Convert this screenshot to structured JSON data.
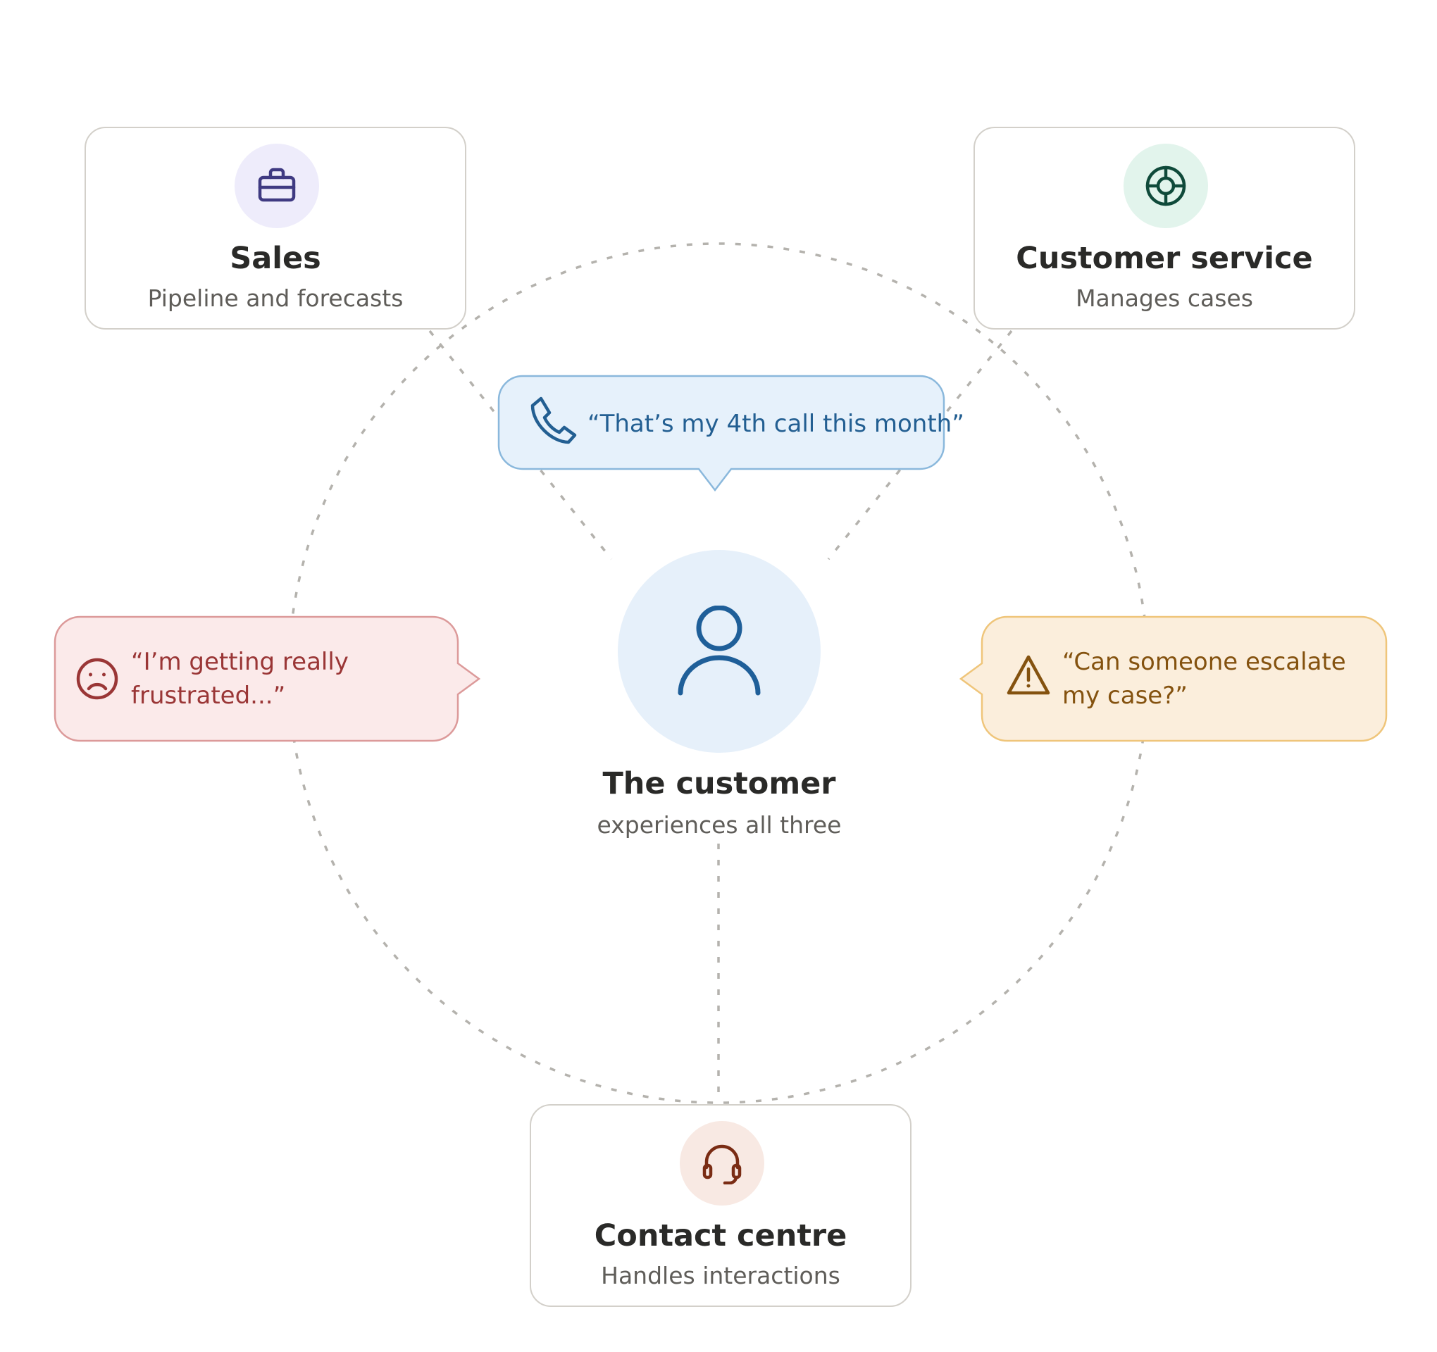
{
  "cards": {
    "sales": {
      "title": "Sales",
      "subtitle": "Pipeline and forecasts",
      "icon": "briefcase-icon",
      "accent": "#3f3a82",
      "tint": "#eeecfb"
    },
    "customer_service": {
      "title": "Customer service",
      "subtitle": "Manages cases",
      "icon": "target-icon",
      "accent": "#0f4a3a",
      "tint": "#e2f4ec"
    },
    "contact_centre": {
      "title": "Contact centre",
      "subtitle": "Handles interactions",
      "icon": "headset-icon",
      "accent": "#7a2c14",
      "tint": "#f8e9e3"
    }
  },
  "customer": {
    "title": "The customer",
    "subtitle": "experiences all three",
    "icon": "person-icon",
    "accent": "#1f5f99",
    "tint": "#e6f0fa"
  },
  "bubbles": {
    "top": {
      "quote": "“That’s my 4th call this month”",
      "icon": "phone-icon",
      "color": "#235f92",
      "fill": "#e6f1fb",
      "border": "#8ab8dc"
    },
    "left": {
      "quote": "“I’m getting really frustrated...”",
      "icon": "sad-face-icon",
      "color": "#9a3636",
      "fill": "#fbeaea",
      "border": "#dc9a9a"
    },
    "right": {
      "quote": "“Can someone escalate my case?”",
      "icon": "warning-icon",
      "color": "#84520f",
      "fill": "#fbeedc",
      "border": "#efc57a"
    }
  }
}
